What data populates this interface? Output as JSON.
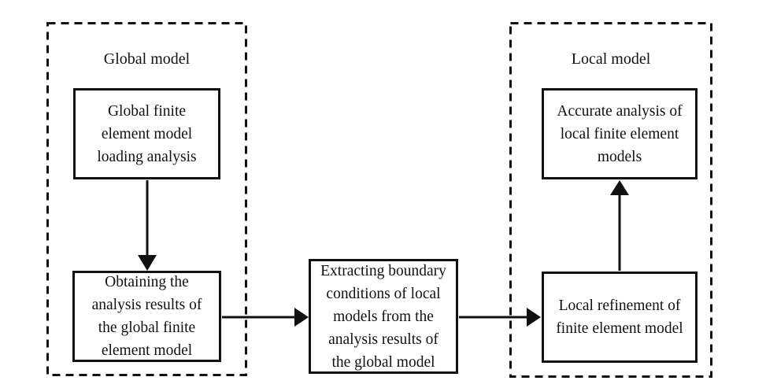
{
  "page": {
    "background": "#ffffff",
    "ink": "#111111"
  },
  "diagram": {
    "groups": {
      "global": {
        "title": "Global model",
        "boxes": {
          "loading": {
            "label": "Global finite\nelement model\nloading analysis"
          },
          "results": {
            "label": "Obtaining the\nanalysis results of\nthe global finite\nelement model"
          }
        }
      },
      "local": {
        "title": "Local model",
        "boxes": {
          "accurate": {
            "label": "Accurate analysis of\nlocal finite element\nmodels"
          },
          "refinement": {
            "label": "Local refinement of\nfinite element model"
          }
        }
      }
    },
    "middle_box": {
      "label": "Extracting boundary\nconditions of local\nmodels from the\nanalysis results of\nthe global model"
    },
    "arrows": [
      {
        "name": "loading-to-results",
        "direction": "down"
      },
      {
        "name": "results-to-extracting",
        "direction": "right"
      },
      {
        "name": "extracting-to-refinement",
        "direction": "right"
      },
      {
        "name": "refinement-to-accurate",
        "direction": "up"
      }
    ]
  }
}
